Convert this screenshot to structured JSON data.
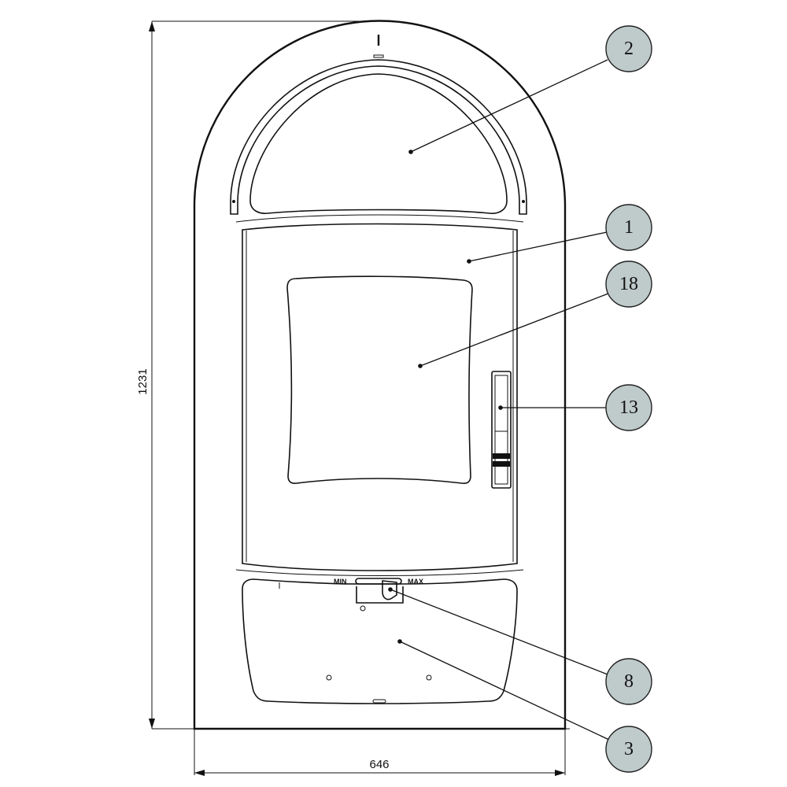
{
  "dimensions": {
    "height": "1231",
    "width": "646"
  },
  "control": {
    "min_label": "MIN",
    "max_label": "MAX"
  },
  "callouts": [
    {
      "id": "2"
    },
    {
      "id": "1"
    },
    {
      "id": "18"
    },
    {
      "id": "13"
    },
    {
      "id": "8"
    },
    {
      "id": "3"
    }
  ],
  "colors": {
    "callout_fill": "#bfcaca",
    "line": "#111111"
  }
}
